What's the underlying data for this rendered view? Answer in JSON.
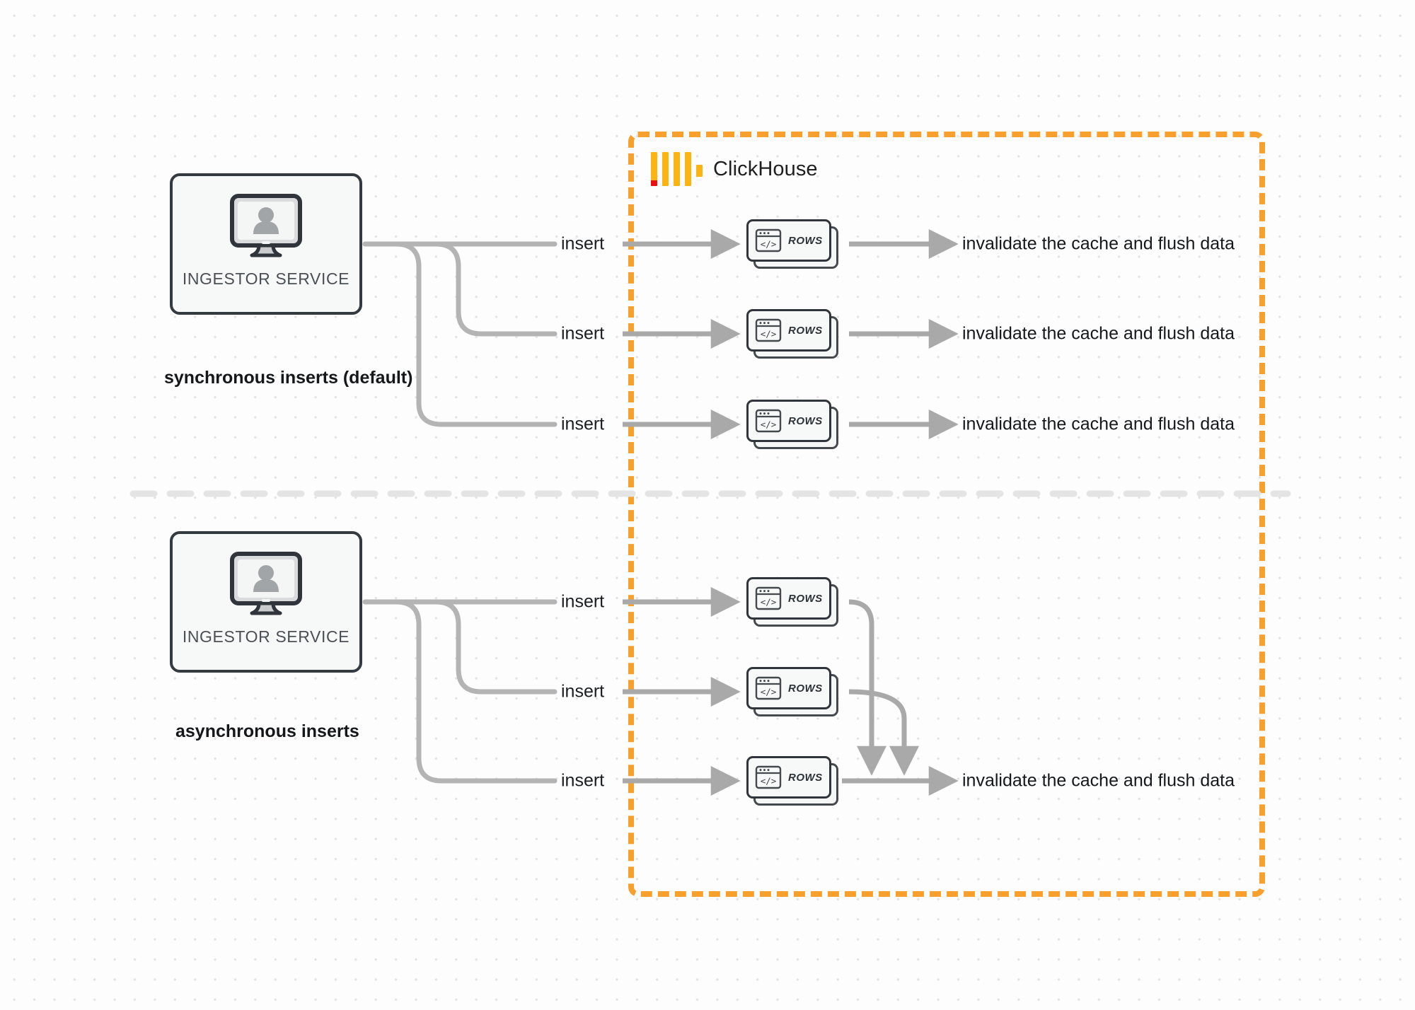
{
  "diagram": {
    "title": "ClickHouse synchronous vs asynchronous inserts",
    "background": "#fdfdfd",
    "dot_grid_color": "#e3e3e3"
  },
  "boundary": {
    "name": "ClickHouse",
    "style": "dashed",
    "color": "#f8a02e"
  },
  "brand": {
    "label": "ClickHouse",
    "logo_colors": {
      "bars": "#fbb413",
      "accent": "#ec0d0d"
    }
  },
  "sections": [
    {
      "id": "synchronous",
      "caption": "synchronous inserts (default)",
      "source": {
        "label": "INGESTOR SERVICE",
        "icon": "monitor-user-icon"
      },
      "edges": [
        {
          "label": "insert"
        },
        {
          "label": "insert"
        },
        {
          "label": "insert"
        }
      ],
      "nodes": [
        {
          "label": "ROWS",
          "icon": "code-window-icon"
        },
        {
          "label": "ROWS",
          "icon": "code-window-icon"
        },
        {
          "label": "ROWS",
          "icon": "code-window-icon"
        }
      ],
      "outputs": [
        {
          "label": "invalidate the cache and flush data"
        },
        {
          "label": "invalidate the cache and flush data"
        },
        {
          "label": "invalidate the cache and flush data"
        }
      ]
    },
    {
      "id": "asynchronous",
      "caption": "asynchronous inserts",
      "source": {
        "label": "INGESTOR SERVICE",
        "icon": "monitor-user-icon"
      },
      "edges": [
        {
          "label": "insert"
        },
        {
          "label": "insert"
        },
        {
          "label": "insert"
        }
      ],
      "nodes": [
        {
          "label": "ROWS",
          "icon": "code-window-icon"
        },
        {
          "label": "ROWS",
          "icon": "code-window-icon"
        },
        {
          "label": "ROWS",
          "icon": "code-window-icon"
        }
      ],
      "outputs": [
        {
          "label": "invalidate the cache and flush data"
        }
      ]
    }
  ],
  "divider": {
    "style": "dashed",
    "color": "#e4e4e4"
  }
}
